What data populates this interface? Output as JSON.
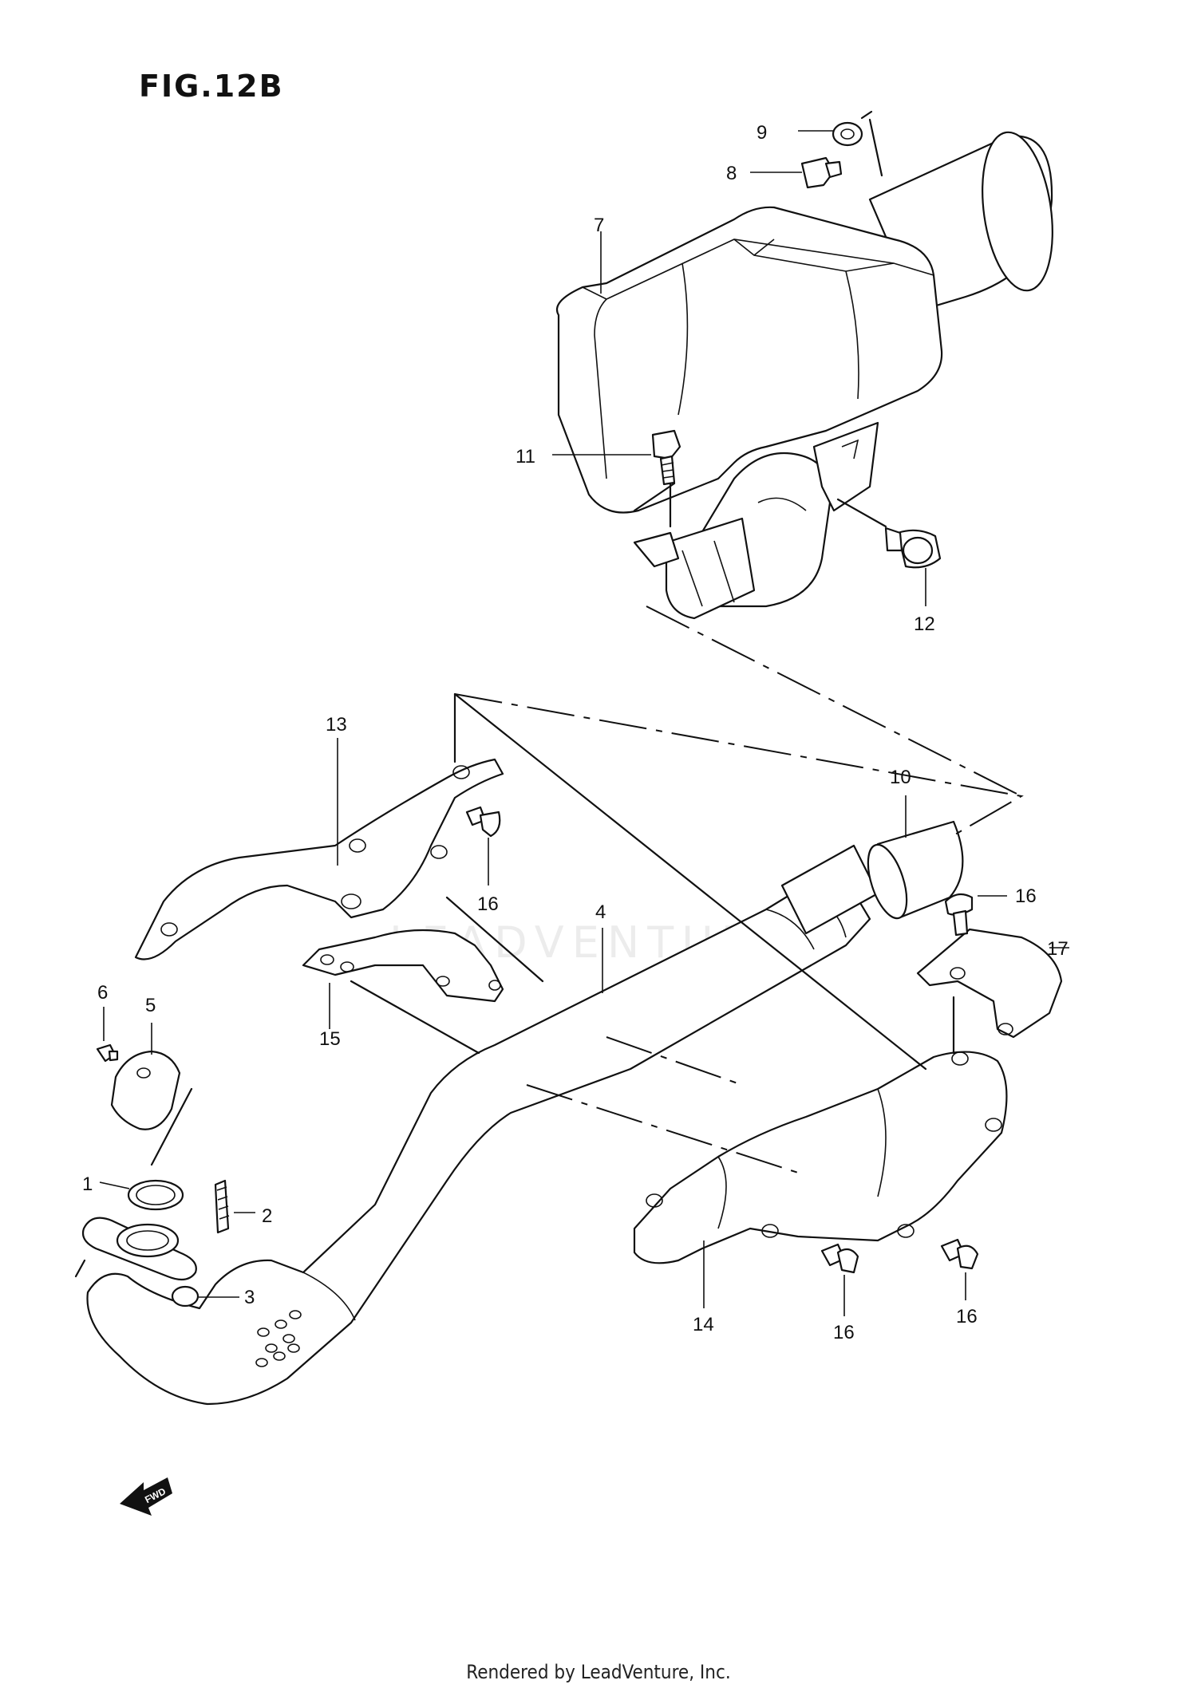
{
  "figure": {
    "title": "FIG.12B"
  },
  "fwd_label": "FWD",
  "watermark": "LEADVENTURE",
  "footer": "Rendered by LeadVenture, Inc.",
  "callouts": [
    {
      "id": "c1",
      "label": "1"
    },
    {
      "id": "c2",
      "label": "2"
    },
    {
      "id": "c3",
      "label": "3"
    },
    {
      "id": "c4",
      "label": "4"
    },
    {
      "id": "c5",
      "label": "5"
    },
    {
      "id": "c6",
      "label": "6"
    },
    {
      "id": "c7",
      "label": "7"
    },
    {
      "id": "c8",
      "label": "8"
    },
    {
      "id": "c9",
      "label": "9"
    },
    {
      "id": "c10",
      "label": "10"
    },
    {
      "id": "c11",
      "label": "11"
    },
    {
      "id": "c12",
      "label": "12"
    },
    {
      "id": "c13",
      "label": "13"
    },
    {
      "id": "c14",
      "label": "14"
    },
    {
      "id": "c15",
      "label": "15"
    },
    {
      "id": "c16a",
      "label": "16"
    },
    {
      "id": "c16b",
      "label": "16"
    },
    {
      "id": "c16c",
      "label": "16"
    },
    {
      "id": "c16d",
      "label": "16"
    },
    {
      "id": "c17",
      "label": "17"
    }
  ]
}
